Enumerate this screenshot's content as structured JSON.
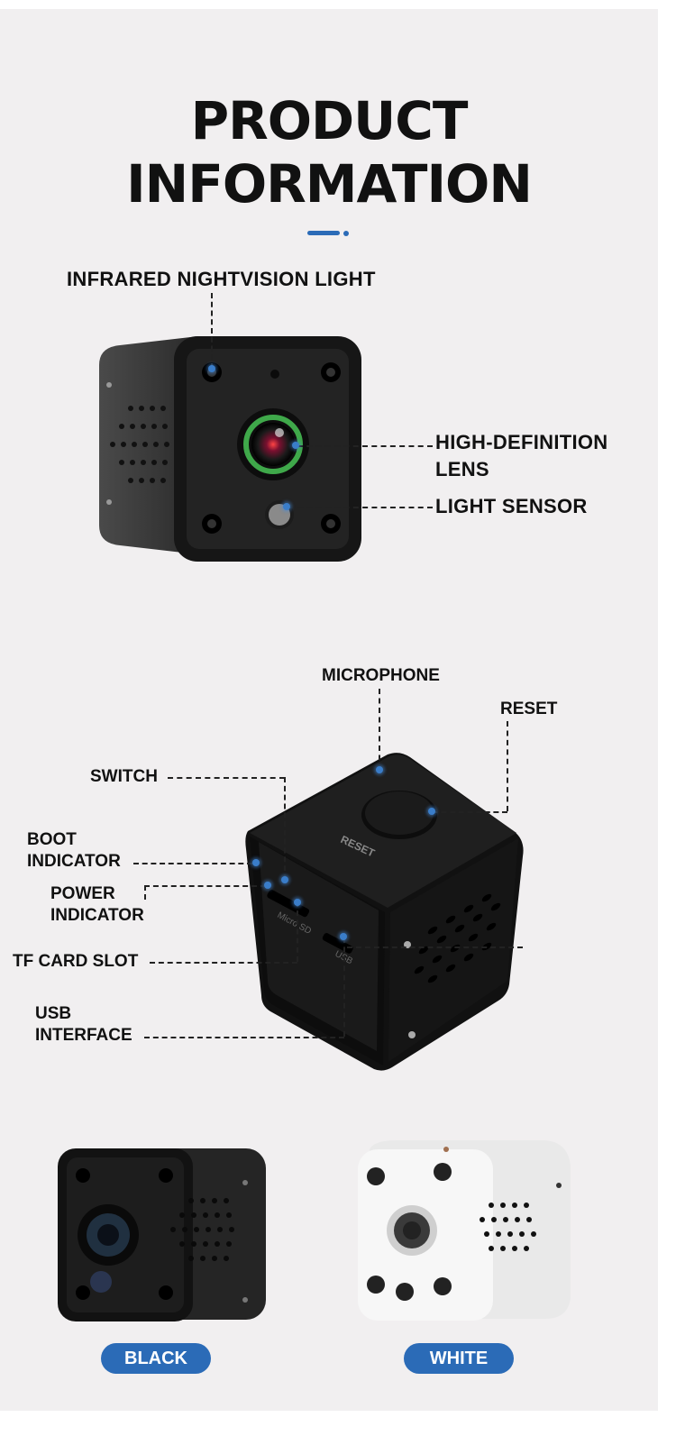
{
  "title": {
    "line1": "PRODUCT",
    "line2": "INFORMATION"
  },
  "accent_color": "#2b6bb7",
  "front_view": {
    "labels": {
      "infrared": "INFRARED NIGHTVISION LIGHT",
      "lens_line1": "HIGH-DEFINITION",
      "lens_line2": "LENS",
      "light_sensor": "LIGHT SENSOR"
    }
  },
  "side_view": {
    "labels": {
      "microphone": "MICROPHONE",
      "reset": "RESET",
      "switch": "SWITCH",
      "boot_line1": "BOOT",
      "boot_line2": "INDICATOR",
      "power_line1": "POWER",
      "power_line2": "INDICATOR",
      "tf_card": "TF CARD SLOT",
      "usb_line1": "USB",
      "usb_line2": "INTERFACE"
    },
    "device_print": {
      "reset": "RESET",
      "micro_sd": "Micro SD",
      "usb": "USB"
    }
  },
  "colors": {
    "options": [
      {
        "label": "BLACK",
        "color": "#1c1c1c"
      },
      {
        "label": "WHITE",
        "color": "#f4f4f4"
      }
    ]
  }
}
